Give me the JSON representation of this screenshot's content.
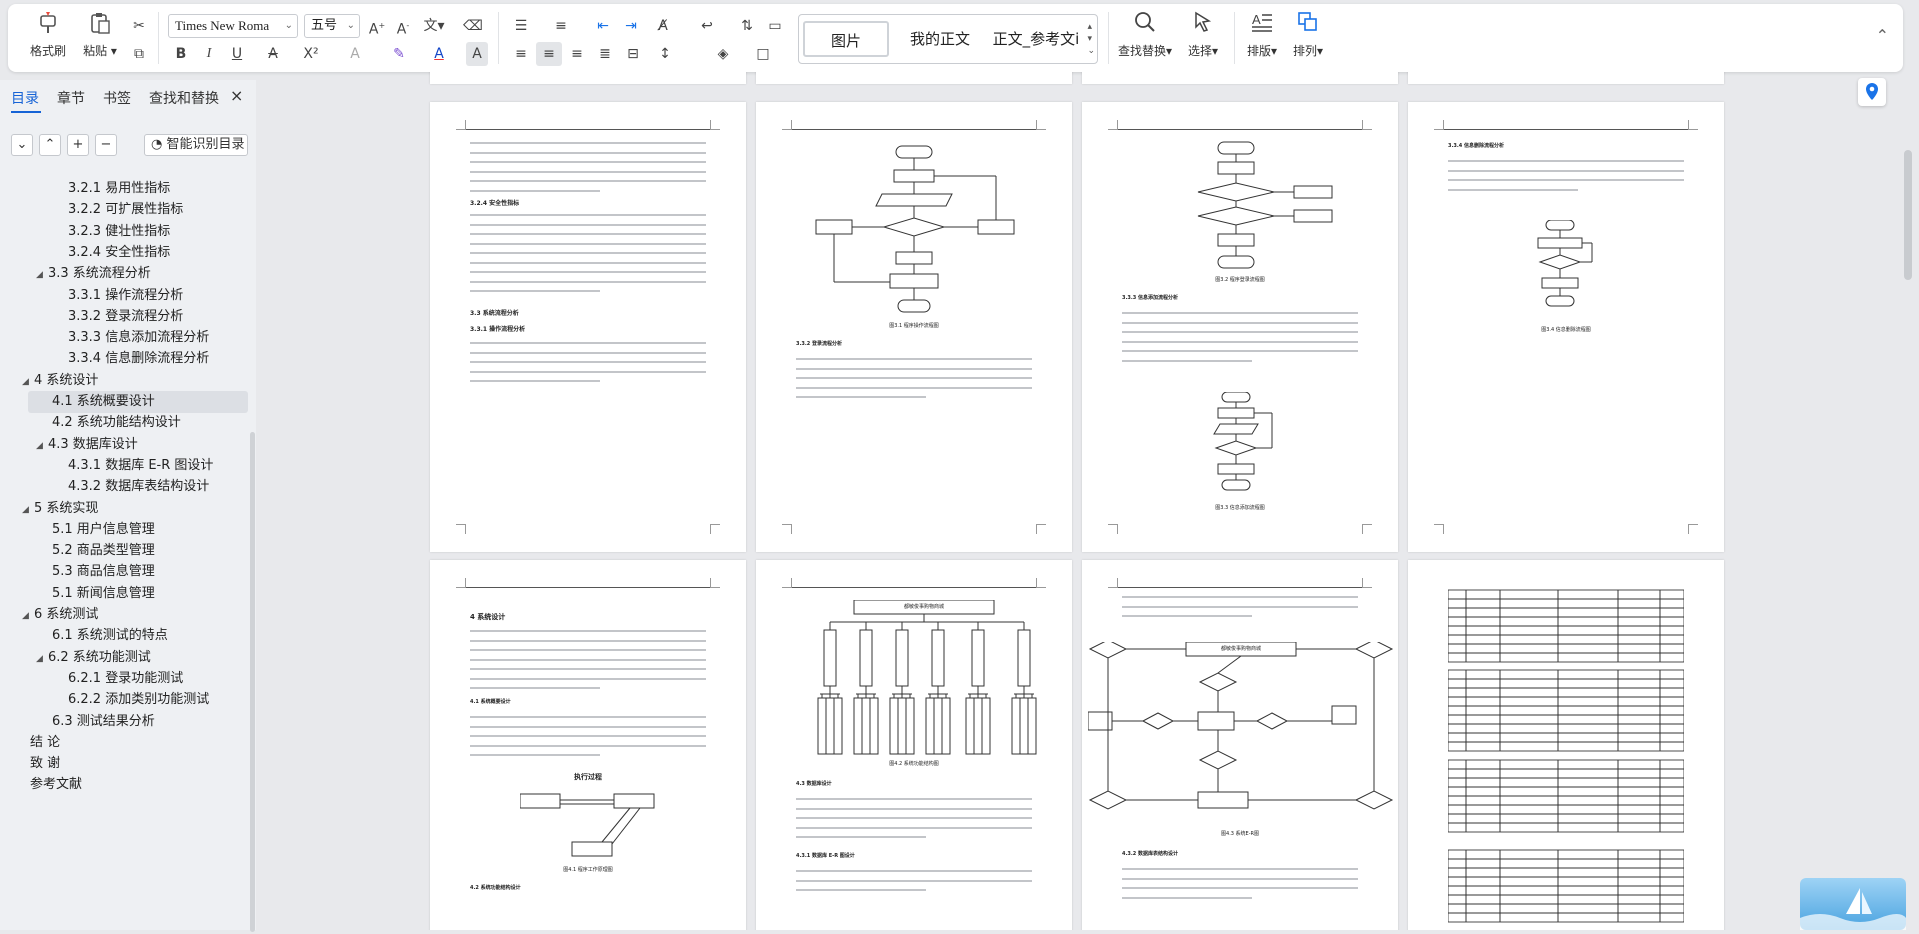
{
  "ribbon": {
    "format_brush": "格式刷",
    "paste": "粘贴",
    "font_name": "Times New Roma",
    "font_size": "五号",
    "styles": [
      "图片",
      "我的正文",
      "正文_参考文i"
    ],
    "find_replace": "查找替换",
    "select": "选择",
    "layout": "排版",
    "arrange": "排列"
  },
  "panel": {
    "tabs": [
      "目录",
      "章节",
      "书签",
      "查找和替换"
    ],
    "close": "×",
    "smart_toc": "智能识别目录"
  },
  "toc": [
    {
      "label": "3.2.1  易用性指标",
      "level": 3
    },
    {
      "label": "3.2.2  可扩展性指标",
      "level": 3
    },
    {
      "label": "3.2.3  健壮性指标",
      "level": 3
    },
    {
      "label": "3.2.4  安全性指标",
      "level": 3
    },
    {
      "label": "3.3  系统流程分析",
      "level": 2,
      "toggle": true
    },
    {
      "label": "3.3.1  操作流程分析",
      "level": 3
    },
    {
      "label": "3.3.2  登录流程分析",
      "level": 3
    },
    {
      "label": "3.3.3  信息添加流程分析",
      "level": 3
    },
    {
      "label": "3.3.4  信息删除流程分析",
      "level": 3
    },
    {
      "label": "4  系统设计",
      "level": 1,
      "toggle": true
    },
    {
      "label": "4.1  系统概要设计",
      "level": 2,
      "selected": true
    },
    {
      "label": "4.2  系统功能结构设计",
      "level": 2
    },
    {
      "label": "4.3  数据库设计",
      "level": 2,
      "toggle": true
    },
    {
      "label": "4.3.1  数据库 E-R 图设计",
      "level": 3
    },
    {
      "label": "4.3.2  数据库表结构设计",
      "level": 3
    },
    {
      "label": "5  系统实现",
      "level": 1,
      "toggle": true
    },
    {
      "label": "5.1  用户信息管理",
      "level": 2
    },
    {
      "label": "5.2  商品类型管理",
      "level": 2
    },
    {
      "label": "5.3  商品信息管理",
      "level": 2
    },
    {
      "label": "5.1  新闻信息管理",
      "level": 2
    },
    {
      "label": "6  系统测试",
      "level": 1,
      "toggle": true
    },
    {
      "label": "6.1  系统测试的特点",
      "level": 2
    },
    {
      "label": "6.2  系统功能测试",
      "level": 2,
      "toggle": true
    },
    {
      "label": "6.2.1  登录功能测试",
      "level": 3
    },
    {
      "label": "6.2.2  添加类别功能测试",
      "level": 3
    },
    {
      "label": "6.3  测试结果分析",
      "level": 2
    },
    {
      "label": "结  论",
      "level": 0
    },
    {
      "label": "致  谢",
      "level": 0
    },
    {
      "label": "参考文献",
      "level": 0
    }
  ],
  "pages": {
    "p1": {
      "heading1": "3.2.4 安全性指标",
      "heading2": "3.3 系统流程分析",
      "heading3": "3.3.1 操作流程分析"
    },
    "p2": {
      "caption": "图3.1 程序操作流程图",
      "heading": "3.3.2 登录流程分析"
    },
    "p3": {
      "caption1": "图3.2 程序登录流程图",
      "heading": "3.3.3 信息添加流程分析",
      "caption2": "图3.3 信息添加流程图"
    },
    "p4": {
      "heading": "3.3.4 信息删除流程分析",
      "caption": "图3.4 信息删除流程图"
    },
    "p5": {
      "title": "4 系统设计",
      "heading1": "4.1 系统概要设计",
      "diagram_title": "执行过程",
      "caption": "图4.1 程序工作原理图",
      "heading2": "4.2 系统功能结构设计"
    },
    "p6": {
      "root": "都敏俊事购物商城",
      "caption": "图4.2 系统功能结构图",
      "heading1": "4.3 数据库设计",
      "heading2": "4.3.1 数据库 E-R 图设计"
    },
    "p7": {
      "root": "都敏俊事购物商城",
      "caption": "图4.3 系统E-R图",
      "heading": "4.3.2 数据库表结构设计"
    }
  }
}
